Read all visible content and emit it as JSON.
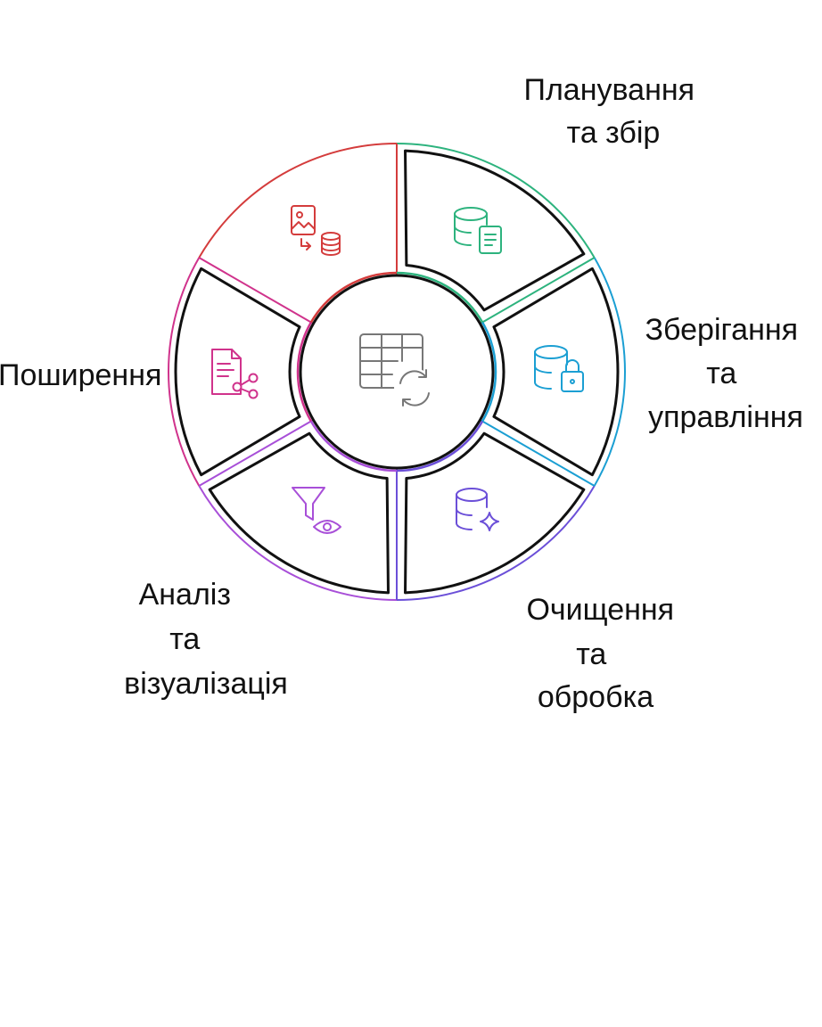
{
  "diagram": {
    "center": {
      "icon": "table-refresh-icon",
      "color": "#777777"
    },
    "stages": [
      {
        "id": "planning",
        "label_lines": [
          "Планування",
          "та збір"
        ],
        "icon": "database-document-icon",
        "color": "#2db37e"
      },
      {
        "id": "storage",
        "label_lines": [
          "Зберігання",
          "та",
          "управління"
        ],
        "icon": "database-lock-icon",
        "color": "#1b9fd3"
      },
      {
        "id": "cleaning",
        "label_lines": [
          "Очищення",
          "та",
          "обробка"
        ],
        "icon": "database-sparkle-icon",
        "color": "#6b4fd8"
      },
      {
        "id": "analysis",
        "label_lines": [
          "Аналіз",
          "та",
          "візуалізація"
        ],
        "icon": "filter-eye-icon",
        "color": "#a84fd8"
      },
      {
        "id": "sharing",
        "label_lines": [
          "Поширення"
        ],
        "icon": "document-share-icon",
        "color": "#d0338c"
      },
      {
        "id": "archiving",
        "label_lines": [],
        "icon": "image-to-database-icon",
        "color": "#d43c3c"
      }
    ]
  }
}
